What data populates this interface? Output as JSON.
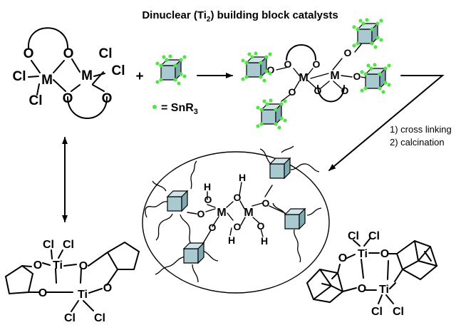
{
  "title_parts": {
    "prefix": "Dinuclear (Ti",
    "sub": "2",
    "suffix": ") building block catalysts"
  },
  "atoms": {
    "M": "M",
    "O": "O",
    "Cl": "Cl",
    "Ti": "Ti",
    "H": "H"
  },
  "operators": {
    "plus": "+"
  },
  "legend_parts": {
    "prefix": "= SnR",
    "sub": "3"
  },
  "steps": {
    "step1": "1) cross linking",
    "step2": "2) calcination"
  },
  "colors": {
    "cube_front": "#a7c9cf",
    "cube_top": "#cfe4e8",
    "cube_side": "#7fa9b0",
    "tin_dot": "#55e24a",
    "ink": "#000000"
  }
}
